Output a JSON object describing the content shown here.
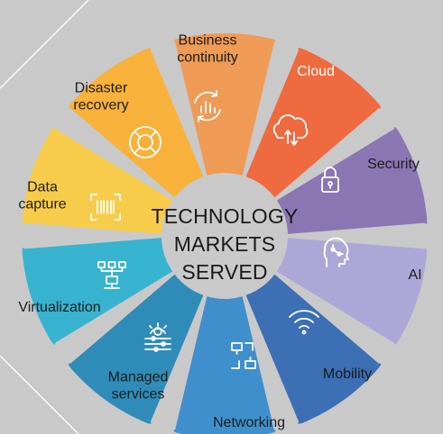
{
  "center": {
    "lines": [
      "TECHNOLOGY",
      "MARKETS",
      "SERVED"
    ]
  },
  "segments": [
    {
      "id": "business-continuity",
      "label": [
        "Business",
        "continuity"
      ],
      "color": "#ef9a55",
      "icon": "chart-refresh-icon"
    },
    {
      "id": "cloud",
      "label": [
        "Cloud"
      ],
      "color": "#ef6a3f",
      "icon": "cloud-transfer-icon"
    },
    {
      "id": "security",
      "label": [
        "Security"
      ],
      "color": "#8a76b2",
      "icon": "padlock-icon"
    },
    {
      "id": "ai",
      "label": [
        "AI"
      ],
      "color": "#ada7d7",
      "icon": "ai-head-icon"
    },
    {
      "id": "mobility",
      "label": [
        "Mobility"
      ],
      "color": "#3c6fb4",
      "icon": "wifi-icon"
    },
    {
      "id": "networking",
      "label": [
        "Networking"
      ],
      "color": "#3f8fcc",
      "icon": "network-icon"
    },
    {
      "id": "managed-services",
      "label": [
        "Managed",
        "services"
      ],
      "color": "#2f8cb8",
      "icon": "gear-sliders-icon"
    },
    {
      "id": "virtualization",
      "label": [
        "Virtualization"
      ],
      "color": "#38b3cf",
      "icon": "server-tree-icon"
    },
    {
      "id": "data-capture",
      "label": [
        "Data",
        "capture"
      ],
      "color": "#f6cc4a",
      "icon": "barcode-scan-icon"
    },
    {
      "id": "disaster-recovery",
      "label": [
        "Disaster",
        "recovery"
      ],
      "color": "#f8b13a",
      "icon": "lifebuoy-icon"
    }
  ]
}
